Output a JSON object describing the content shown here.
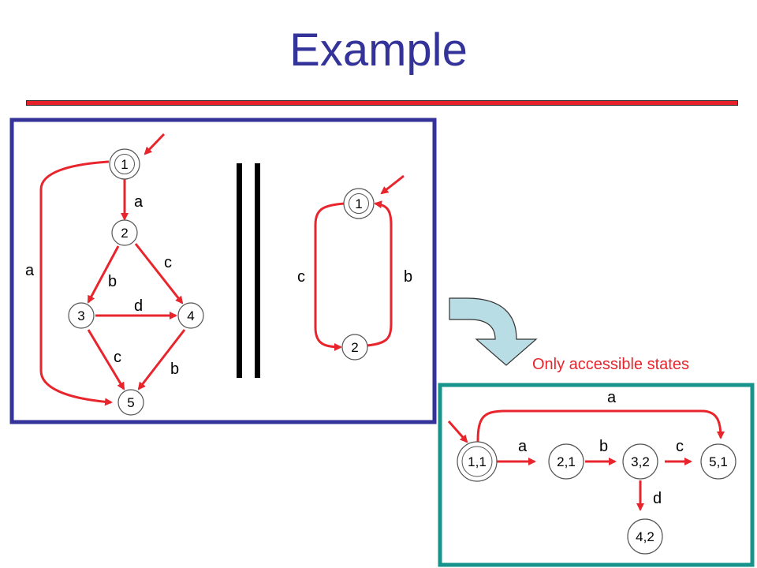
{
  "title": "Example",
  "colors": {
    "title": "#333399",
    "rule": "#e8202a",
    "left_frame": "#333399",
    "right_frame": "#16948c",
    "edges": "#e8252d",
    "arrow_fill": "#b9dde4"
  },
  "automaton_a": {
    "states": [
      "1",
      "2",
      "3",
      "4",
      "5"
    ],
    "initial": "1",
    "edges": [
      {
        "from": "1",
        "to": "2",
        "label": "a"
      },
      {
        "from": "2",
        "to": "3",
        "label": "b"
      },
      {
        "from": "2",
        "to": "4",
        "label": "c"
      },
      {
        "from": "3",
        "to": "4",
        "label": "d"
      },
      {
        "from": "3",
        "to": "5",
        "label": "c"
      },
      {
        "from": "4",
        "to": "5",
        "label": "b"
      },
      {
        "from": "1",
        "to": "5",
        "label": "a"
      }
    ]
  },
  "operator": "||",
  "automaton_b": {
    "states": [
      "1",
      "2"
    ],
    "initial": "1",
    "edges": [
      {
        "from": "1",
        "to": "2",
        "label": "c"
      },
      {
        "from": "2",
        "to": "1",
        "label": "b"
      }
    ]
  },
  "note": "Only accessible states",
  "product": {
    "states": [
      "1,1",
      "2,1",
      "3,2",
      "5,1",
      "4,2"
    ],
    "initial": "1,1",
    "edges": [
      {
        "from": "1,1",
        "to": "2,1",
        "label": "a"
      },
      {
        "from": "2,1",
        "to": "3,2",
        "label": "b"
      },
      {
        "from": "3,2",
        "to": "5,1",
        "label": "c"
      },
      {
        "from": "3,2",
        "to": "4,2",
        "label": "d"
      },
      {
        "from": "1,1",
        "to": "5,1",
        "label": "a"
      }
    ]
  }
}
